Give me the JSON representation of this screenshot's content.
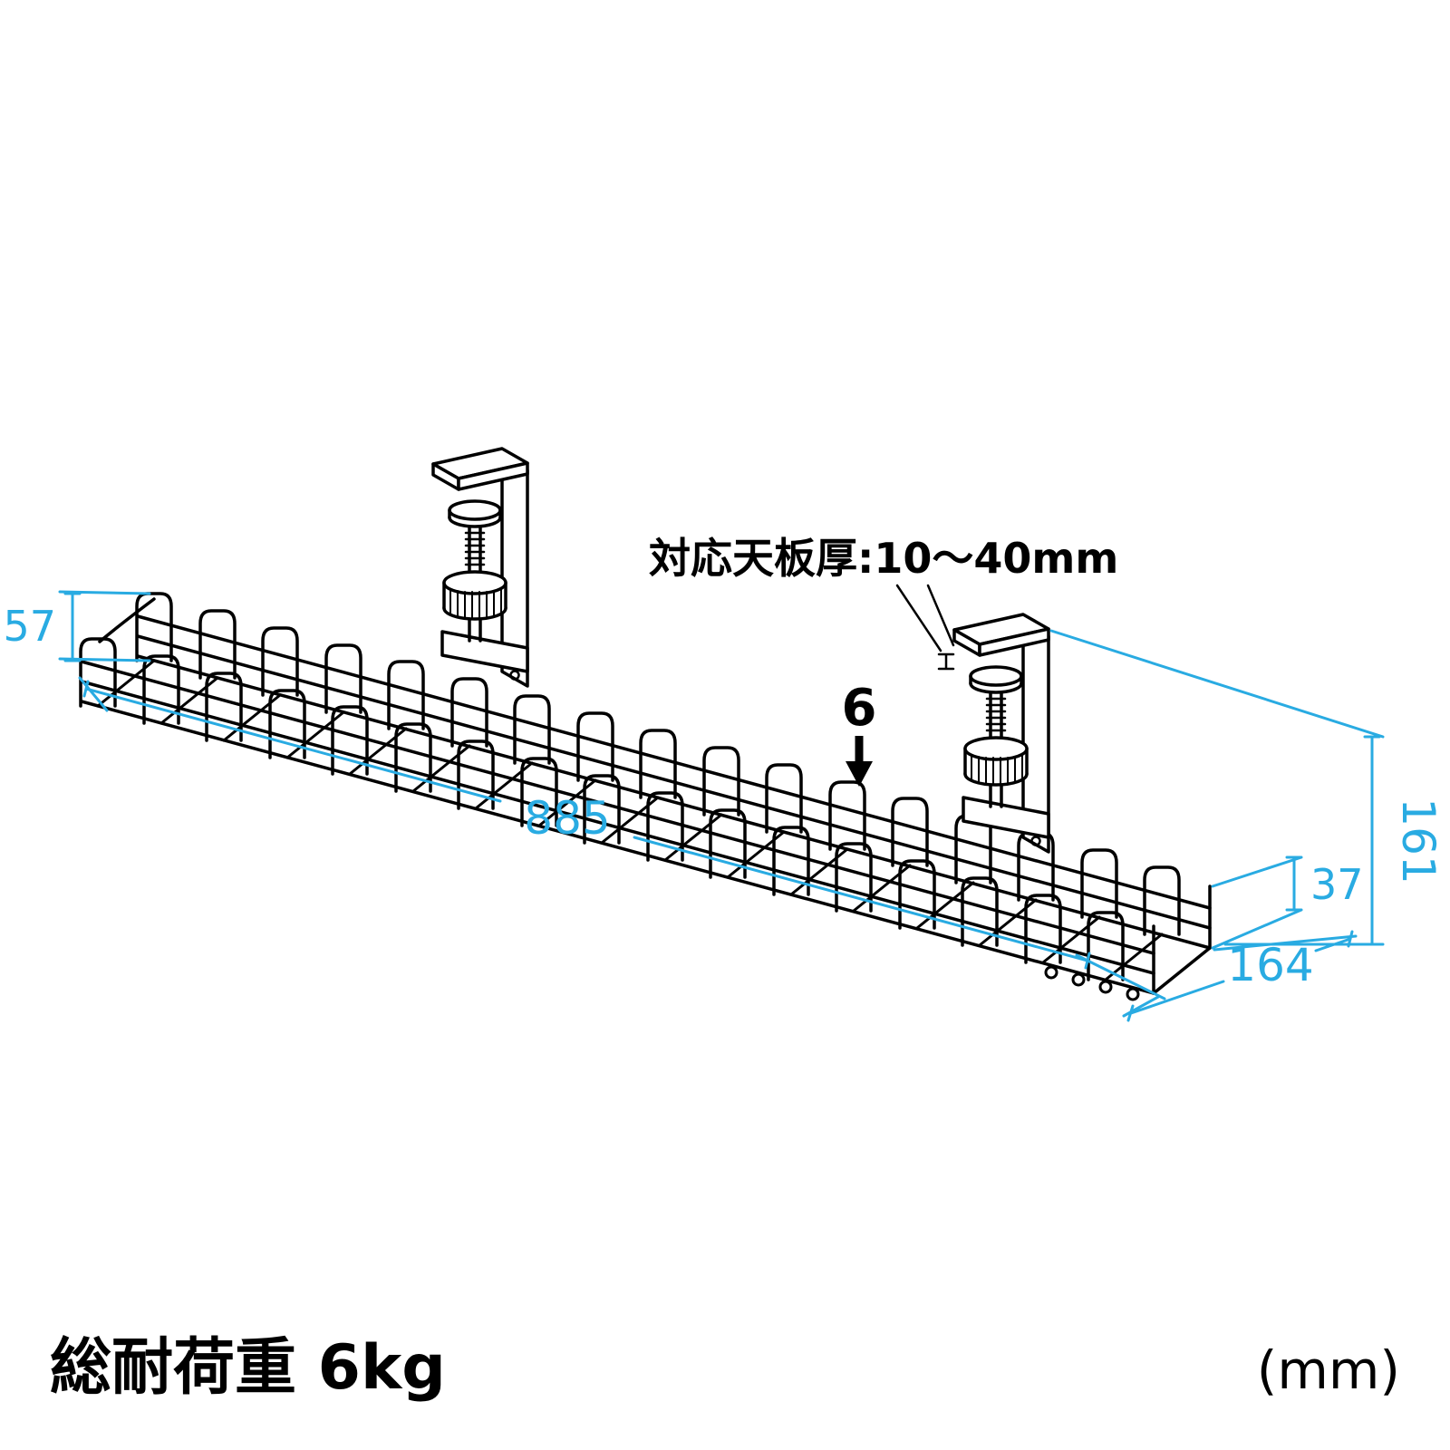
{
  "diagram": {
    "dimensions": {
      "left_height": "57",
      "length": "885",
      "right_height": "161",
      "tray_side_height": "37",
      "depth": "164",
      "wire_gauge": "6"
    },
    "labels": {
      "board_thickness": "対応天板厚:10〜40mm",
      "load_capacity": "総耐荷重 6kg",
      "unit": "(mm)"
    },
    "colors": {
      "dimension_line": "#29ABE2",
      "drawing_line": "#000000"
    }
  }
}
